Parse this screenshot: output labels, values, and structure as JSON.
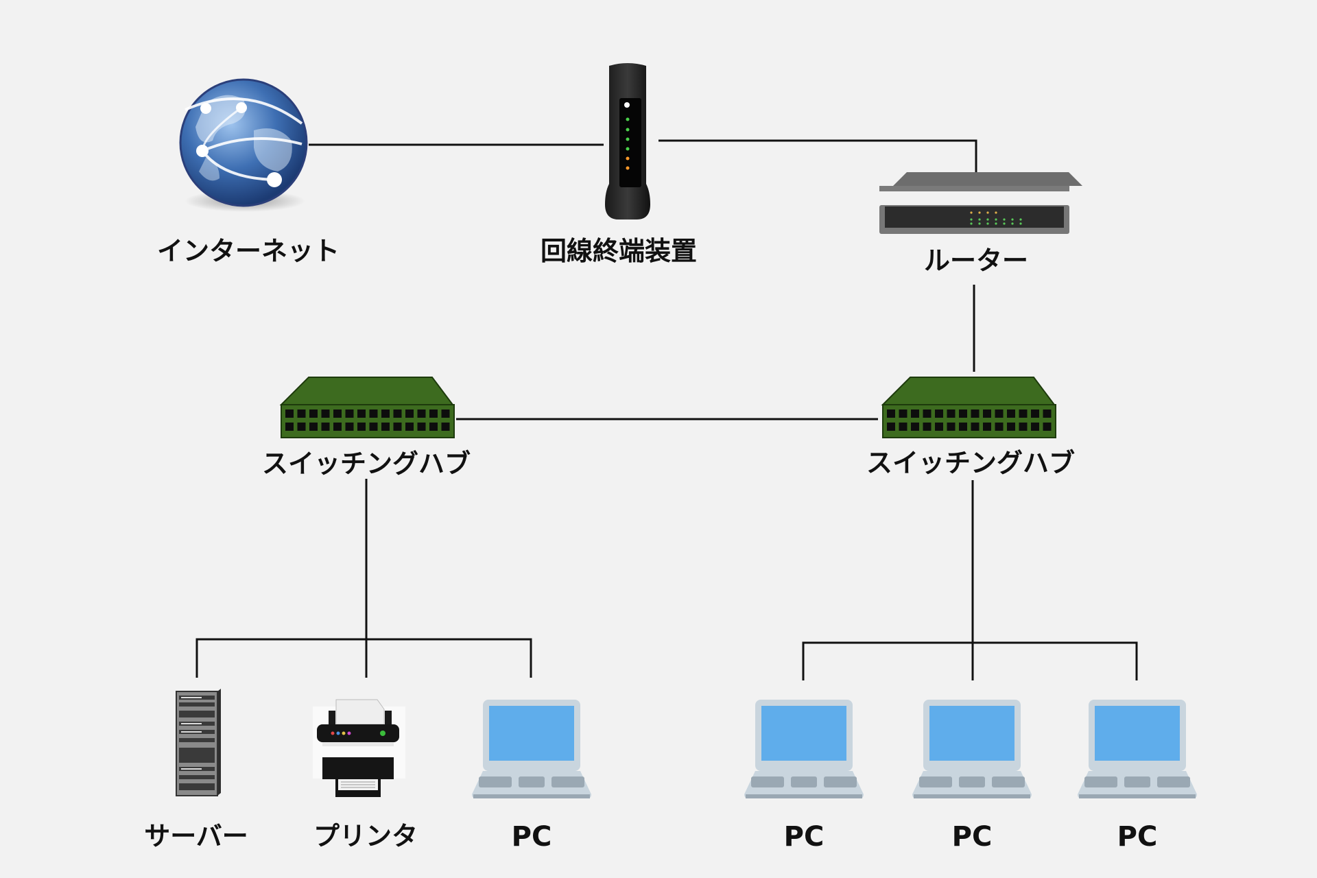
{
  "nodes": {
    "internet": {
      "label": "インターネット",
      "icon": "globe-icon"
    },
    "ont": {
      "label": "回線終端装置",
      "icon": "ont-device-icon"
    },
    "router": {
      "label": "ルーター",
      "icon": "router-icon"
    },
    "switch_left": {
      "label": "スイッチングハブ",
      "icon": "switch-icon"
    },
    "switch_right": {
      "label": "スイッチングハブ",
      "icon": "switch-icon"
    },
    "server": {
      "label": "サーバー",
      "icon": "server-icon"
    },
    "printer": {
      "label": "プリンタ",
      "icon": "printer-icon"
    },
    "pc_left": {
      "label": "PC",
      "icon": "laptop-icon"
    },
    "pc_right_1": {
      "label": "PC",
      "icon": "laptop-icon"
    },
    "pc_right_2": {
      "label": "PC",
      "icon": "laptop-icon"
    },
    "pc_right_3": {
      "label": "PC",
      "icon": "laptop-icon"
    }
  },
  "connections": [
    [
      "internet",
      "ont"
    ],
    [
      "ont",
      "router"
    ],
    [
      "router",
      "switch_right"
    ],
    [
      "switch_right",
      "switch_left"
    ],
    [
      "switch_left",
      "server"
    ],
    [
      "switch_left",
      "printer"
    ],
    [
      "switch_left",
      "pc_left"
    ],
    [
      "switch_right",
      "pc_right_1"
    ],
    [
      "switch_right",
      "pc_right_2"
    ],
    [
      "switch_right",
      "pc_right_3"
    ]
  ],
  "colors": {
    "background": "#f2f2f2",
    "line": "#111111",
    "switch_green": "#3d6b1f",
    "screen_blue": "#5fadeb",
    "laptop_frame": "#c9d5de"
  }
}
